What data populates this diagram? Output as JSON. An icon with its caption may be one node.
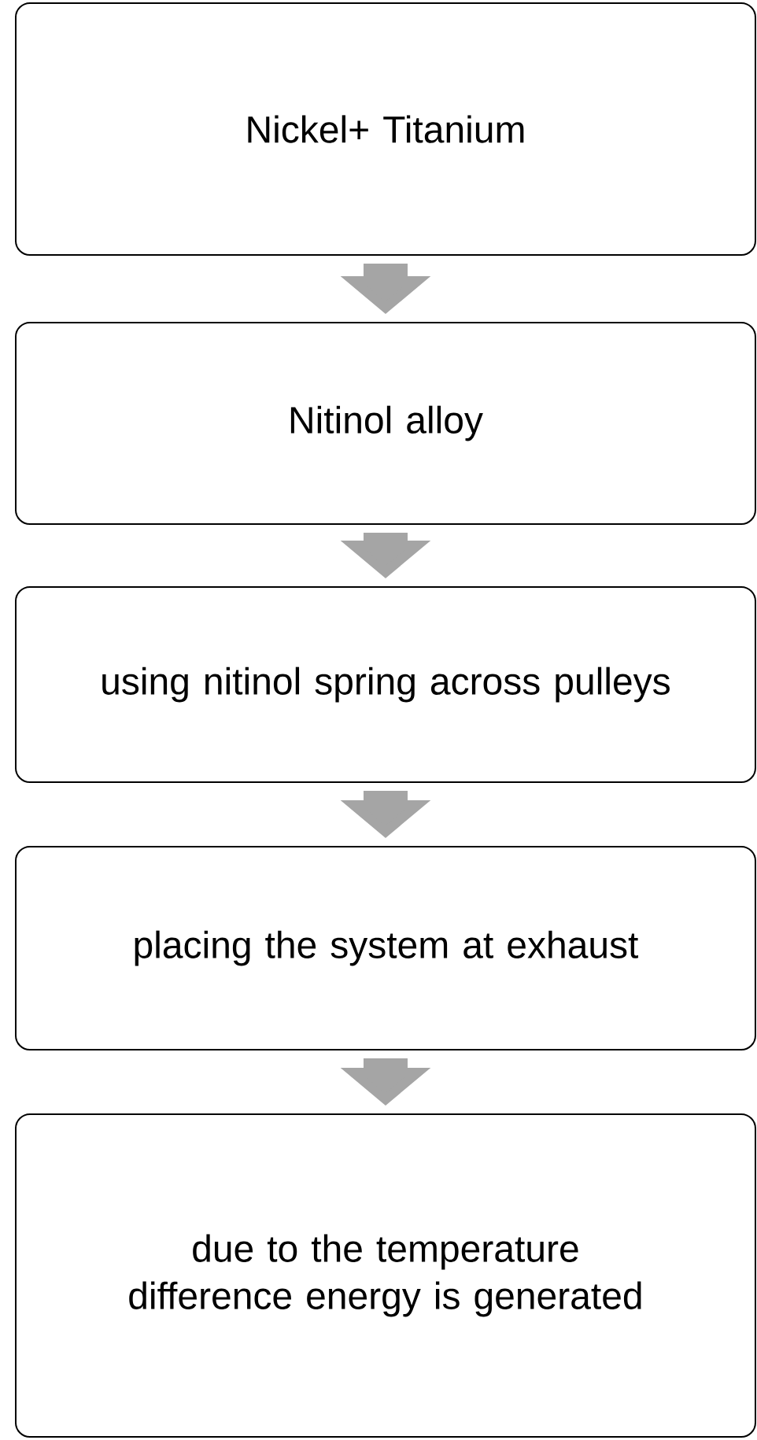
{
  "diagram": {
    "nodes": [
      {
        "text": [
          "Nickel+ Titanium"
        ]
      },
      {
        "text": [
          "Nitinol alloy"
        ]
      },
      {
        "text": [
          "using nitinol spring across pulleys"
        ]
      },
      {
        "text": [
          "placing the system at exhaust"
        ]
      },
      {
        "text": [
          "due to the temperature difference energy is generated"
        ]
      }
    ],
    "edges": [
      {
        "from": 0,
        "to": 1,
        "arrow": "to"
      },
      {
        "from": 1,
        "to": 2,
        "arrow": "to"
      },
      {
        "from": 2,
        "to": 3,
        "arrow": "to"
      },
      {
        "from": 3,
        "to": 4,
        "arrow": "to"
      }
    ]
  }
}
